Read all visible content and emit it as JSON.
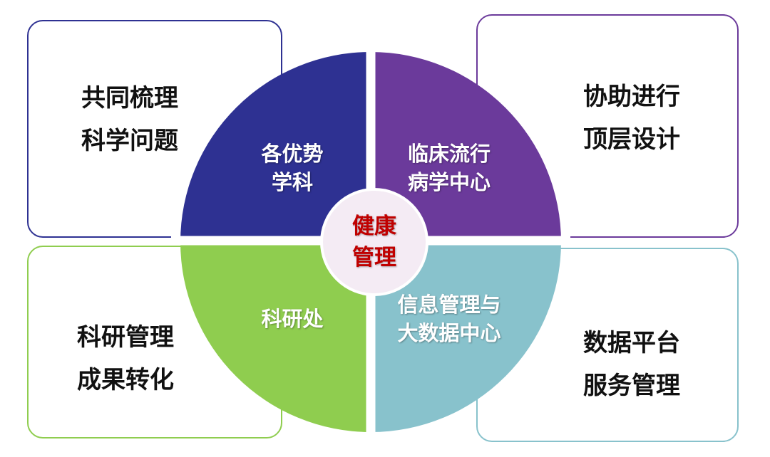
{
  "center": {
    "line1": "健康",
    "line2": "管理",
    "color": "#c00000"
  },
  "quadrants": [
    {
      "line1": "各优势",
      "line2": "学科",
      "color": "#2e3192"
    },
    {
      "line1": "临床流行",
      "line2": "病学中心",
      "color": "#6b3a9b"
    },
    {
      "line1": "科研处",
      "color": "#8fcd4f"
    },
    {
      "line1": "信息管理与",
      "line2": "大数据中心",
      "color": "#88c2cc"
    }
  ],
  "boxes": [
    {
      "line1": "共同梳理",
      "line2": "科学问题"
    },
    {
      "line1": "协助进行",
      "line2": "顶层设计"
    },
    {
      "line1": "科研管理",
      "line2": "成果转化"
    },
    {
      "line1": "数据平台",
      "line2": "服务管理"
    }
  ]
}
